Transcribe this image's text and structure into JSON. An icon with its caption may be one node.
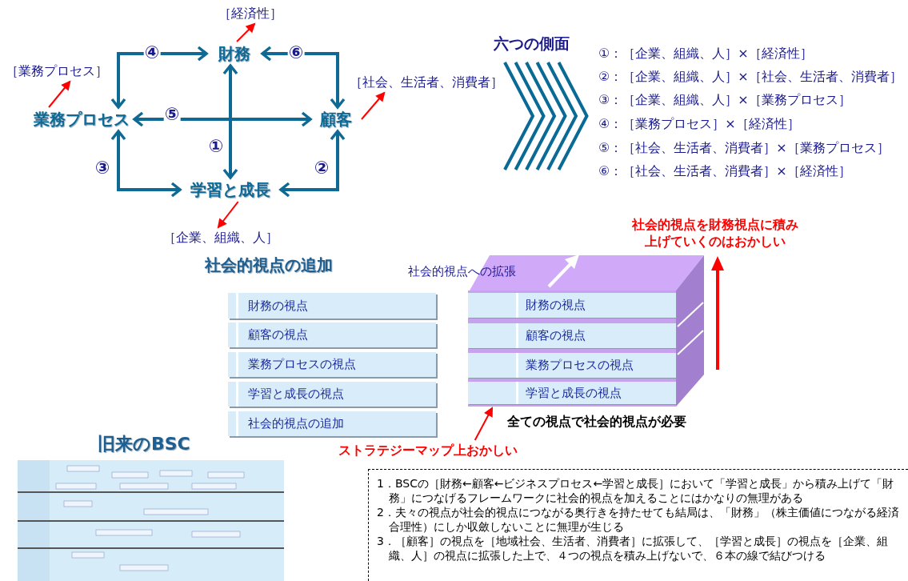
{
  "diagram": {
    "nodes": [
      {
        "text": [
          "［経済性］"
        ]
      },
      {
        "text": [
          "財務"
        ]
      },
      {
        "text": [
          "［業務プロセス］"
        ]
      },
      {
        "text": [
          "［社会、生活者、消費者］"
        ]
      },
      {
        "text": [
          "業務プロセス"
        ]
      },
      {
        "text": [
          "顧客"
        ]
      },
      {
        "text": [
          "学習と成長"
        ]
      },
      {
        "text": [
          "［企業、組織、人］"
        ]
      },
      {
        "text": [
          "財務の視点"
        ]
      },
      {
        "text": [
          "顧客の視点"
        ]
      },
      {
        "text": [
          "業務プロセスの視点"
        ]
      },
      {
        "text": [
          "学習と成長の視点"
        ]
      },
      {
        "text": [
          "社会的視点の追加"
        ]
      },
      {
        "text": [],
        "shape": "box"
      },
      {
        "text": [
          "財務の視点"
        ],
        "in": 13
      },
      {
        "text": [
          "顧客の視点"
        ],
        "in": 13
      },
      {
        "text": [
          "業務プロセスの視点"
        ],
        "in": 13
      },
      {
        "text": [
          "学習と成長の視点"
        ],
        "in": 13
      },
      {
        "text": [
          "ストラテジーマップ上おかしい"
        ]
      },
      {
        "text": [
          "1．BSCの［財務←顧客←ビジネスプロセス←学習と成長］において「学習と成長」から積み上げて「財務」につなげるフレームワークに社会的視点を加えることにはかなりの無理がある",
          "2．夫々の視点が社会的視点につながる奥行きを持たせても結局は、「財務」（株主価値につながる経済合理性）にしか収斂しないことに無理が生じる",
          "3．［顧客］の視点を［地域社会、生活者、消費者］に拡張して、［学習と成長］の視点を［企業、組織、人］の視点に拡張した上で、４つの視点を積み上げないで、６本の線で結びつける"
        ]
      }
    ],
    "edges": [
      {
        "from": 4,
        "to": 1,
        "arrow": "both",
        "label": "④"
      },
      {
        "from": 1,
        "to": 5,
        "arrow": "both",
        "label": "⑥"
      },
      {
        "from": 4,
        "to": 5,
        "arrow": "both",
        "label": "⑤"
      },
      {
        "from": 1,
        "to": 6,
        "arrow": "both",
        "label": "①"
      },
      {
        "from": 4,
        "to": 6,
        "arrow": "both",
        "label": "③"
      },
      {
        "from": 5,
        "to": 6,
        "arrow": "both",
        "label": "②"
      },
      {
        "from": 1,
        "to": 0,
        "arrow": "to",
        "color": "#ff0000"
      },
      {
        "from": 4,
        "to": 2,
        "arrow": "to",
        "color": "#ff0000"
      },
      {
        "from": 5,
        "to": 3,
        "arrow": "to",
        "color": "#ff0000"
      },
      {
        "from": 6,
        "to": 7,
        "arrow": "to",
        "color": "#ff0000"
      },
      {
        "from": 18,
        "to": 13,
        "arrow": "to",
        "color": "#ff0000"
      }
    ],
    "labels": [
      "六つの側面",
      "①：［企業、組織、人］×［経済性］",
      "②：［企業、組織、人］×［社会、生活者、消費者］",
      "③：［企業、組織、人］×［業務プロセス］",
      "④：［業務プロセス］×［経済性］",
      "⑤：［社会、生活者、消費者］×［業務プロセス］",
      "⑥：［社会、生活者、消費者］×［経済性］",
      "社会的視点の追加",
      "社会的視点への拡張",
      "社会的視点を財務視点に積み上げていくのはおかしい",
      "全ての視点で社会的視点が必要",
      "旧来のBSC"
    ]
  }
}
